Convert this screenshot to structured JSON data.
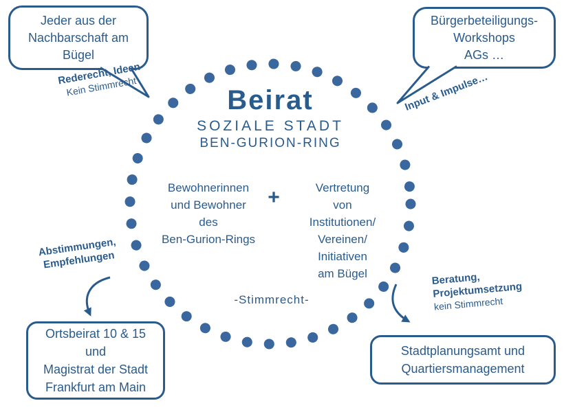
{
  "colors": {
    "primary": "#2a5b8d",
    "dot": "#39679e",
    "background": "#ffffff"
  },
  "center": {
    "title": "Beirat",
    "subtitle_line1": "SOZIALE STADT",
    "subtitle_line2": "BEN-GURION-RING",
    "left_group": {
      "lines": [
        "Bewohnerinnen",
        "und Bewohner",
        "des",
        "Ben-Gurion-Rings"
      ]
    },
    "plus_sign": "+",
    "right_group": {
      "lines": [
        "Vertretung",
        "von",
        "Institutionen/",
        "Vereinen/",
        "Initiativen",
        "am Bügel"
      ]
    },
    "voting_note": "-Stimmrecht-"
  },
  "bubbles": {
    "top_left": {
      "lines": [
        "Jeder aus der",
        "Nachbarschaft am",
        "Bügel"
      ]
    },
    "top_right": {
      "lines": [
        "Bürgerbeteiligungs-",
        "Workshops",
        "AGs …"
      ]
    },
    "bottom_left": {
      "lines": [
        "Ortsbeirat 10 & 15",
        "und",
        "Magistrat der Stadt",
        "Frankfurt am Main"
      ]
    },
    "bottom_right": {
      "lines": [
        "Stadtplanungsamt und",
        "Quartiersmanagement"
      ]
    }
  },
  "annotations": {
    "top_left": {
      "bold": "Rederecht, Ideen",
      "normal": "Kein Stimmrecht"
    },
    "top_right": {
      "bold": "Input & Impulse…"
    },
    "bottom_left": {
      "bold_line1": "Abstimmungen,",
      "bold_line2": "Empfehlungen"
    },
    "bottom_right": {
      "bold_line1": "Beratung,",
      "bold_line2": "Projektumsetzung",
      "normal": "kein Stimmrecht"
    }
  }
}
